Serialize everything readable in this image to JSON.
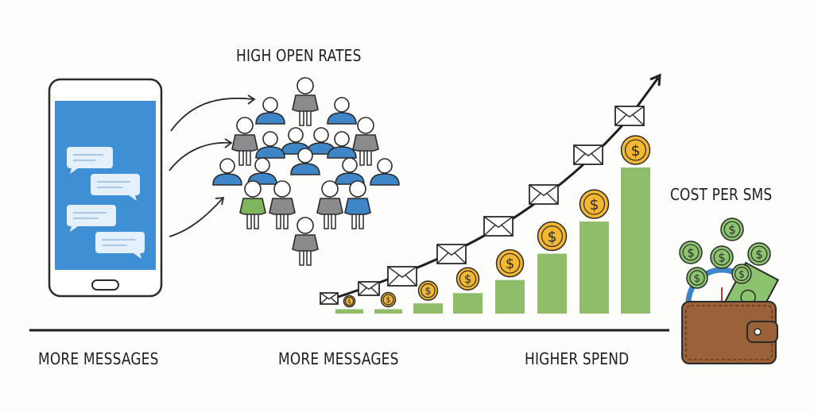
{
  "labels": {
    "high_open_rates": "HIGH OPEN RATES",
    "cost_per_sms": "COST PER SMS",
    "more_messages_left": "MORE MESSAGES",
    "more_messages_middle": "MORE MESSAGES",
    "higher_spend": "HIGHER SPEND"
  },
  "growth_bars": {
    "relative_heights": [
      0.03,
      0.03,
      0.07,
      0.14,
      0.23,
      0.41,
      0.63,
      1.0
    ]
  },
  "colors": {
    "phone_screen": "#3f8fd4",
    "bar_green": "#8fbd6a",
    "coin_gold": "#f4b731",
    "people_blue": "#3f86c8",
    "people_gray": "#8a8b8d",
    "people_green": "#7fb55d",
    "wallet_brown": "#9a6238",
    "cash_green": "#8cc36f"
  }
}
